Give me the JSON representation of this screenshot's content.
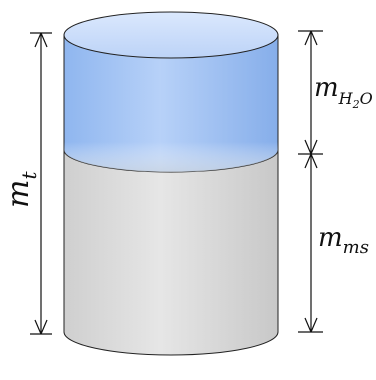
{
  "diagram": {
    "labels": {
      "total_mass": {
        "main": "m",
        "sub": "t"
      },
      "water_mass": {
        "main": "m",
        "sub": "H",
        "sub2": "2",
        "sub3": "O"
      },
      "solid_mass": {
        "main": "m",
        "sub": "ms"
      }
    },
    "colors": {
      "water_top": "#cfe0fb",
      "water_body": "#9ec3f5",
      "solid_body": "#d9d9d9",
      "outline": "#222222"
    }
  }
}
